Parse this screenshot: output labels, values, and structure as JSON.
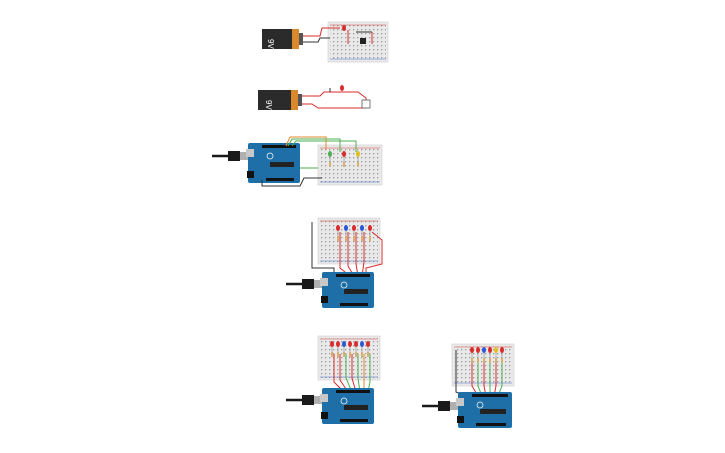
{
  "canvas": {
    "background": "#ffffff"
  },
  "colors": {
    "battery_body": "#2b2b2b",
    "battery_cap": "#d9892b",
    "breadboard": "#e9e9e9",
    "breadboard_rail_red": "#d94040",
    "breadboard_rail_blue": "#4a6fd0",
    "arduino_board": "#1e6fa8",
    "usb_cable": "#1a1a1a",
    "wire_red": "#d92b2b",
    "wire_green": "#4caf50",
    "wire_dark": "#333333",
    "wire_orange": "#e08a2a"
  },
  "batteries": [
    {
      "label": "9V"
    },
    {
      "label": "9V"
    }
  ],
  "circuits": [
    {
      "type": "battery-breadboard",
      "led_colors": [
        "#d92b2b"
      ]
    },
    {
      "type": "battery-led-button",
      "led_colors": [
        "#d92b2b"
      ]
    },
    {
      "type": "arduino-breadboard",
      "led_colors": [
        "#4caf50",
        "#d92b2b",
        "#e0c020"
      ]
    },
    {
      "type": "arduino-breadboard",
      "led_colors": [
        "#d92b2b",
        "#2b57d9",
        "#d92b2b",
        "#2b57d9",
        "#d92b2b"
      ]
    },
    {
      "type": "arduino-breadboard",
      "led_colors": [
        "#d92b2b",
        "#d92b2b",
        "#2b57d9",
        "#d92b2b",
        "#d92b2b",
        "#2b57d9",
        "#d92b2b"
      ]
    },
    {
      "type": "arduino-breadboard",
      "led_colors": [
        "#d92b2b",
        "#d92b2b",
        "#2b57d9",
        "#d92b2b",
        "#e0c020",
        "#d92b2b"
      ]
    }
  ]
}
